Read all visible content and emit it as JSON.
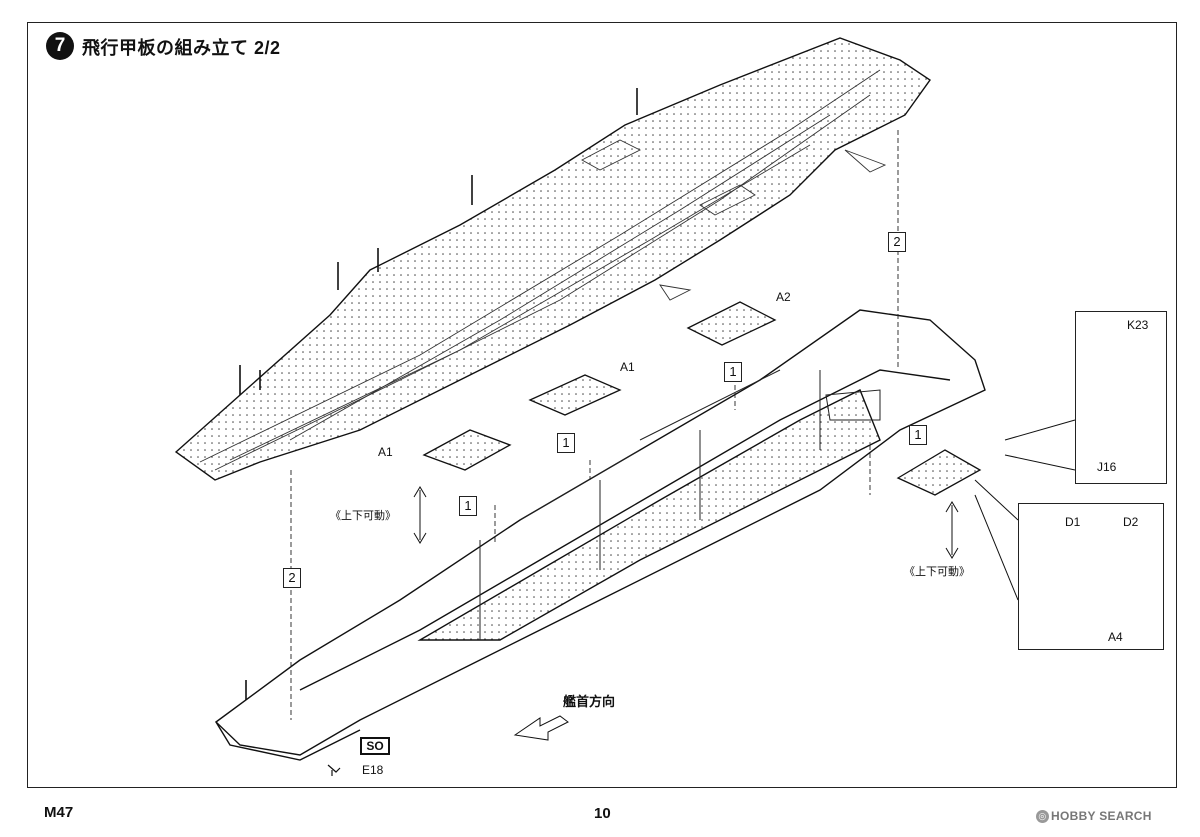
{
  "step": {
    "number": "7",
    "title": "飛行甲板の組み立て 2/2"
  },
  "labels": {
    "a1_left": "A1",
    "a1_center": "A1",
    "a2": "A2",
    "k23": "K23",
    "j16": "J16",
    "d1": "D1",
    "d2": "D2",
    "a4": "A4",
    "e18": "E18"
  },
  "sub_steps": {
    "two_top": "2",
    "two_left": "2",
    "one_a": "1",
    "one_b": "1",
    "one_c": "1",
    "one_d": "1"
  },
  "notes": {
    "movable_left": "《上下可動》",
    "movable_right": "《上下可動》",
    "bow_direction": "艦首方向",
    "so_badge": "SO"
  },
  "footer": {
    "page_code": "M47",
    "page_number": "10",
    "watermark": "HOBBY SEARCH"
  }
}
